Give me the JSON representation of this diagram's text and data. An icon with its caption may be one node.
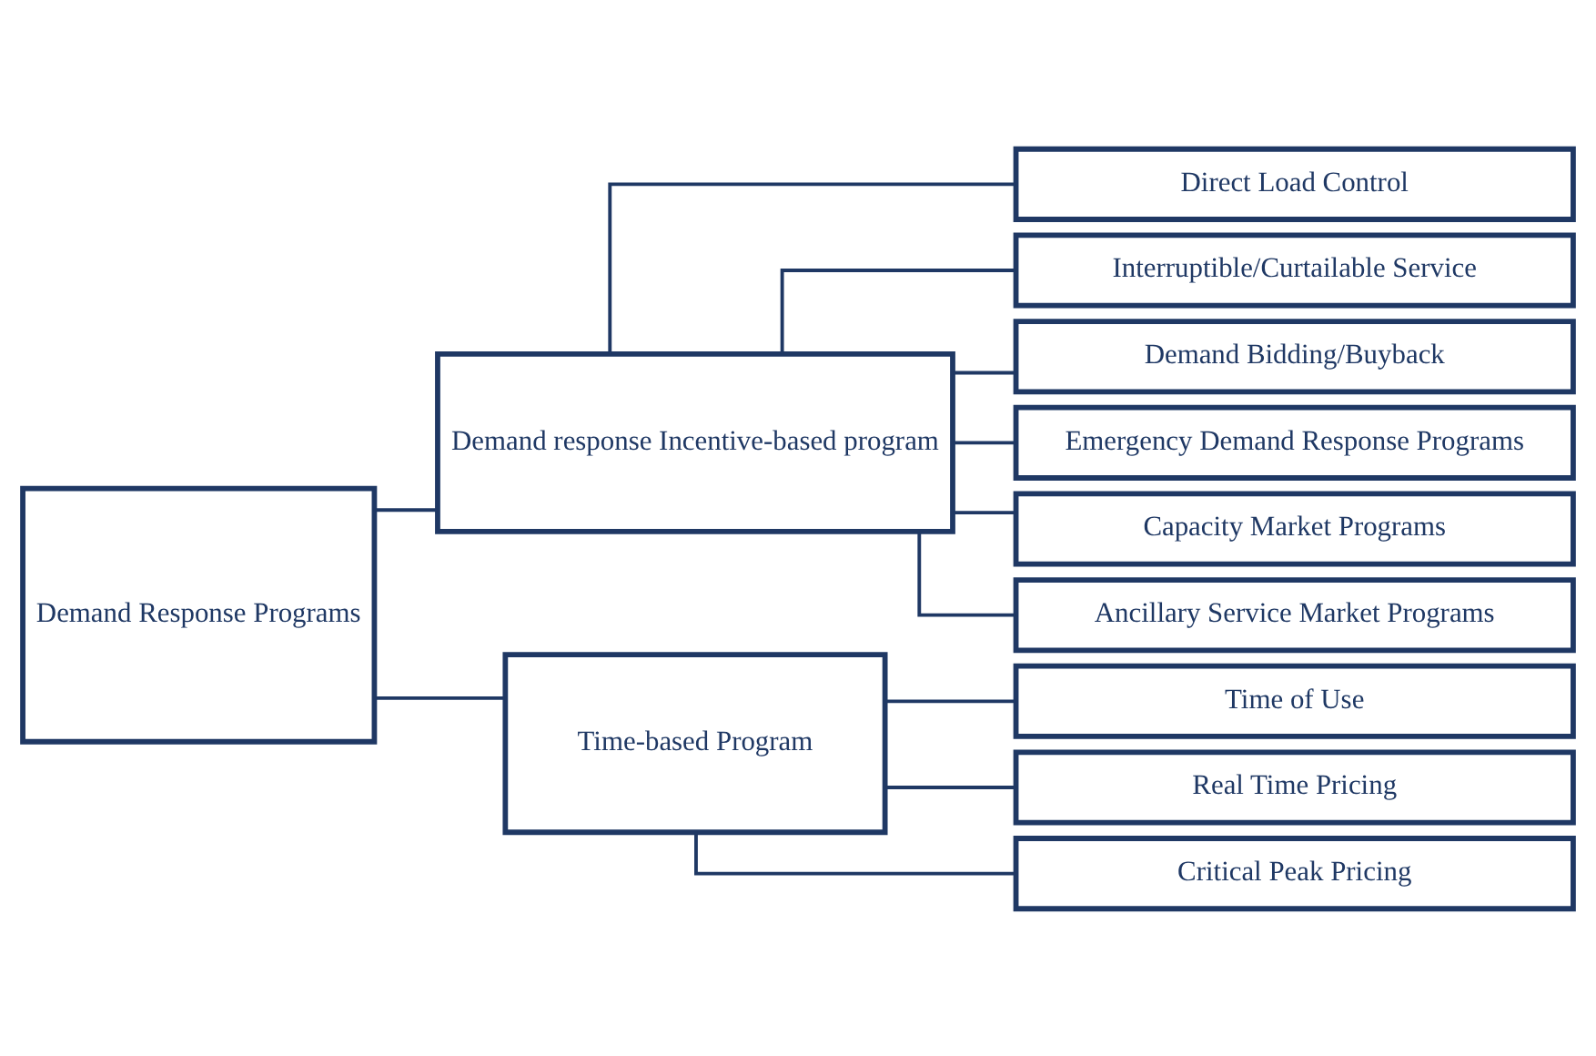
{
  "diagram": {
    "nodes": [
      {
        "text": [
          "Demand Response Programs"
        ]
      },
      {
        "text": [
          "Demand response Incentive-based program"
        ]
      },
      {
        "text": [
          "Time-based Program"
        ]
      },
      {
        "text": [
          "Direct Load Control"
        ]
      },
      {
        "text": [
          "Interruptible/Curtailable Service"
        ]
      },
      {
        "text": [
          "Demand Bidding/Buyback"
        ]
      },
      {
        "text": [
          "Emergency Demand Response Programs"
        ]
      },
      {
        "text": [
          "Capacity Market Programs"
        ]
      },
      {
        "text": [
          "Ancillary Service Market Programs"
        ]
      },
      {
        "text": [
          "Time of Use"
        ]
      },
      {
        "text": [
          "Real Time Pricing"
        ]
      },
      {
        "text": [
          "Critical Peak Pricing"
        ]
      }
    ],
    "edges": [
      {
        "from": 0,
        "to": 1,
        "arrow": "none"
      },
      {
        "from": 0,
        "to": 2,
        "arrow": "none"
      },
      {
        "from": 1,
        "to": 3,
        "arrow": "none"
      },
      {
        "from": 1,
        "to": 4,
        "arrow": "none"
      },
      {
        "from": 1,
        "to": 5,
        "arrow": "none"
      },
      {
        "from": 1,
        "to": 6,
        "arrow": "none"
      },
      {
        "from": 1,
        "to": 7,
        "arrow": "none"
      },
      {
        "from": 1,
        "to": 8,
        "arrow": "none"
      },
      {
        "from": 2,
        "to": 9,
        "arrow": "none"
      },
      {
        "from": 2,
        "to": 10,
        "arrow": "none"
      },
      {
        "from": 2,
        "to": 11,
        "arrow": "none"
      }
    ]
  }
}
